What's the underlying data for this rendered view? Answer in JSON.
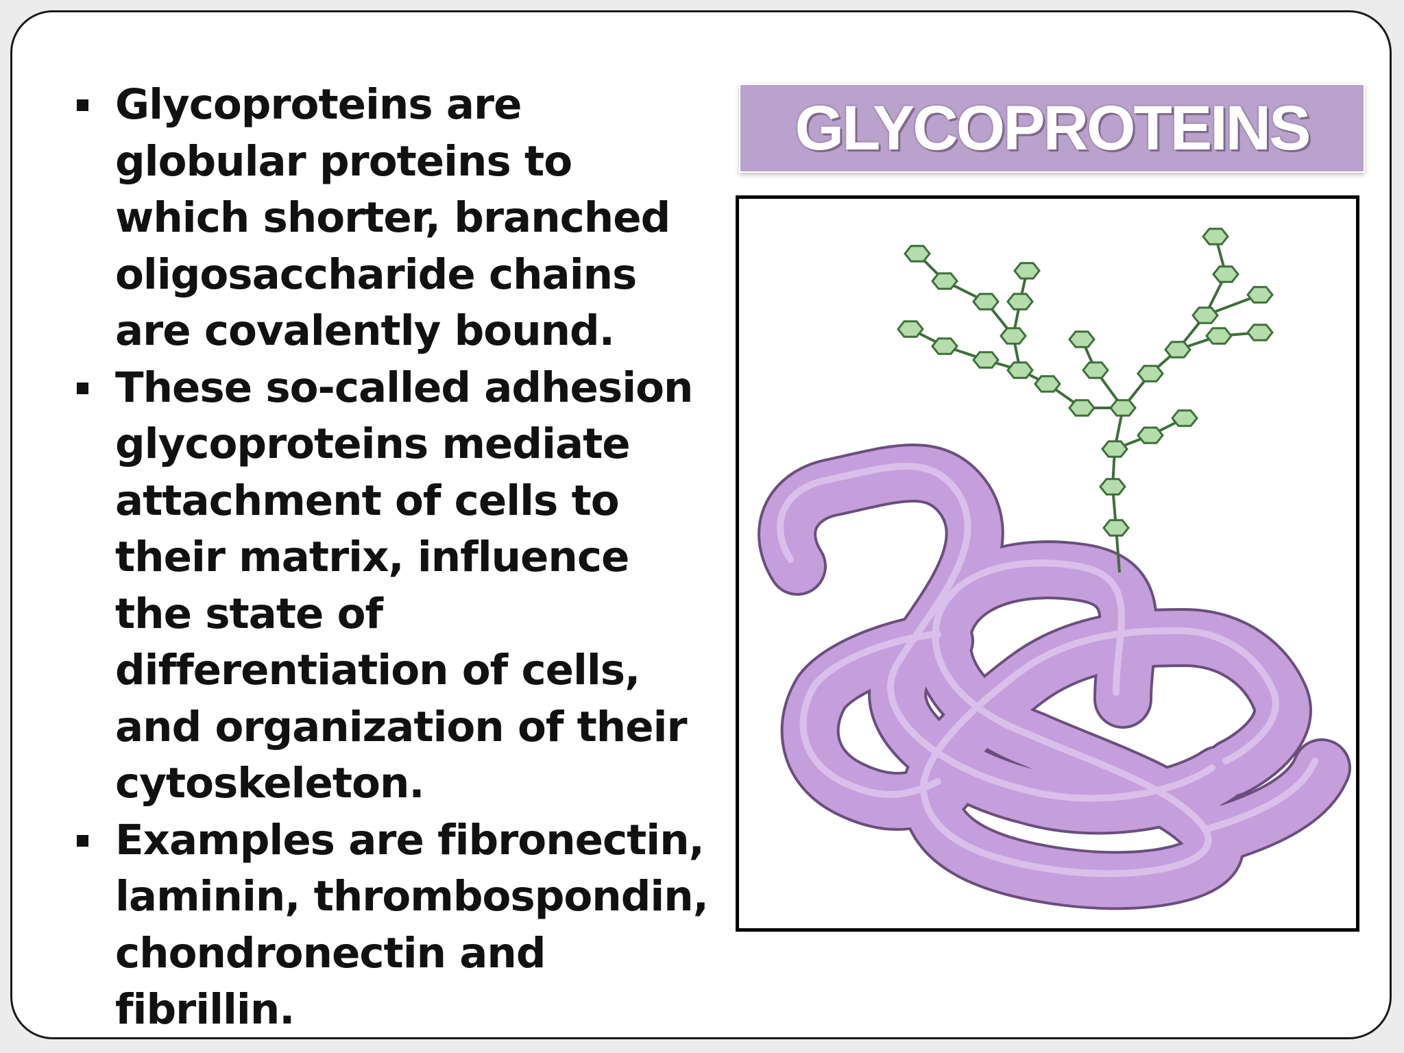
{
  "slide": {
    "title": "GLYCOPROTEINS",
    "bullets": [
      "Glycoproteins are globular proteins to which shorter, branched oligosaccharide chains are covalently bound.",
      "These so-called adhesion glycoproteins mediate attachment of cells to their matrix, influence the state of differentiation of cells, and organization of their cytoskeleton.",
      "Examples are fibronectin, laminin, thrombospondin, chondronectin and fibrillin."
    ]
  },
  "colors": {
    "title_box": "#b9a2cb",
    "protein_fill": "#c49fdc",
    "protein_stroke": "#6a4f7c",
    "sugar_fill": "#b4ddab",
    "sugar_stroke": "#3e6f3a"
  },
  "icons": {
    "bullet": "square-bullet",
    "illustration": "glycoprotein-illustration"
  }
}
